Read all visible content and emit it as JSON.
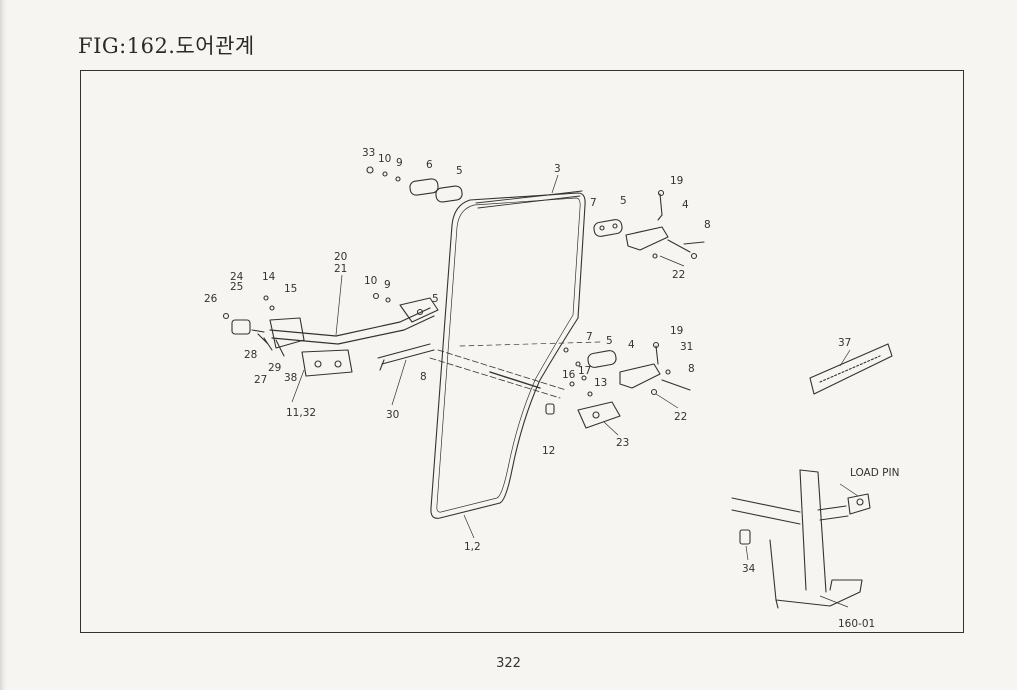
{
  "title": "FIG:162.도어관계",
  "page_number": "322",
  "callouts": {
    "c33": "33",
    "c10a": "10",
    "c9a": "9",
    "c6": "6",
    "c5a": "5",
    "c3": "3",
    "c19a": "19",
    "c7a": "7",
    "c5b": "5",
    "c4a": "4",
    "c8a": "8",
    "c22a": "22",
    "c20": "20",
    "c21": "21",
    "c24": "24",
    "c14": "14",
    "c25": "25",
    "c15": "15",
    "c26": "26",
    "c10b": "10",
    "c9b": "9",
    "c5c": "5",
    "c28": "28",
    "c27": "27",
    "c29": "29",
    "c38": "38",
    "c1132": "11,32",
    "c30": "30",
    "c8b": "8",
    "c7b": "7",
    "c5d": "5",
    "c19b": "19",
    "c4b": "4",
    "c31": "31",
    "c8c": "8",
    "c16": "16",
    "c17": "17",
    "c13": "13",
    "c22b": "22",
    "c23": "23",
    "c12": "12",
    "c12x": "1,2",
    "c37": "37",
    "load_pin": "LOAD PIN",
    "c34": "34",
    "c16001": "160-01"
  }
}
